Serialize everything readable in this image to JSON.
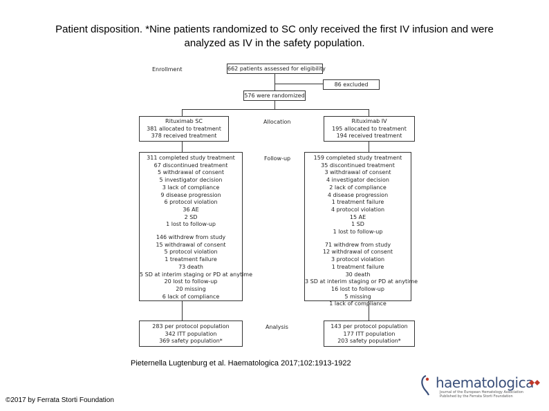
{
  "title_line1": "Patient disposition. *Nine patients randomized to SC only received the first IV infusion and were",
  "title_line2": "analyzed as IV in the safety population.",
  "stages": {
    "enrollment": "Enrollment",
    "allocation": "Allocation",
    "followup": "Follow-up",
    "analysis": "Analysis"
  },
  "assessed": "662 patients assessed for eligibility",
  "excluded": "86 excluded",
  "randomized": "576 were randomized",
  "sc_alloc": [
    "Rituximab SC",
    "381 allocated to treatment",
    "378 received treatment"
  ],
  "iv_alloc": [
    "Rituximab IV",
    "195 allocated to treatment",
    "194 received treatment"
  ],
  "sc_follow_a": [
    "311 completed study treatment",
    "67 discontinued treatment",
    "5 withdrawal of consent",
    "5 investigator decision",
    "3 lack of compliance",
    "9 disease progression",
    "6 protocol violation",
    "36 AE",
    "2 SD",
    "1 lost to follow-up"
  ],
  "sc_follow_b": [
    "146 withdrew from study",
    "15 withdrawal of consent",
    "5 protocol violation",
    "1 treatment failure",
    "73 death",
    "5 SD at interim staging or PD at anytime",
    "20 lost to follow-up",
    "20 missing",
    "6 lack of compliance"
  ],
  "iv_follow_a": [
    "159 completed study treatment",
    "35 discontinued treatment",
    "3 withdrawal of consent",
    "4 investigator decision",
    "2 lack of compliance",
    "4 disease progression",
    "1 treatment failure",
    "4 protocol violation",
    "15 AE",
    "1 SD",
    "1 lost to follow-up"
  ],
  "iv_follow_b": [
    "71 withdrew from study",
    "12 withdrawal of consent",
    "3 protocol violation",
    "1 treatment failure",
    "30 death",
    "3 SD at interim staging or PD at anytime",
    "16 lost to follow-up",
    "5 missing",
    "1 lack of compliance"
  ],
  "sc_analysis": [
    "283 per protocol population",
    "342 ITT population",
    "369 safety population*"
  ],
  "iv_analysis": [
    "143 per protocol population",
    "177 ITT population",
    "203 safety population*"
  ],
  "citation": "Pieternella Lugtenburg et al. Haematologica 2017;102:1913-1922",
  "copyright": "©2017 by Ferrata Storti Foundation",
  "logo": {
    "wordmark": "haematologica",
    "tagline": "Journal of the European Hematology Association Published by the Ferrata Storti Foundation",
    "accent": "#c0392b",
    "brand": "#3a4f7a"
  }
}
